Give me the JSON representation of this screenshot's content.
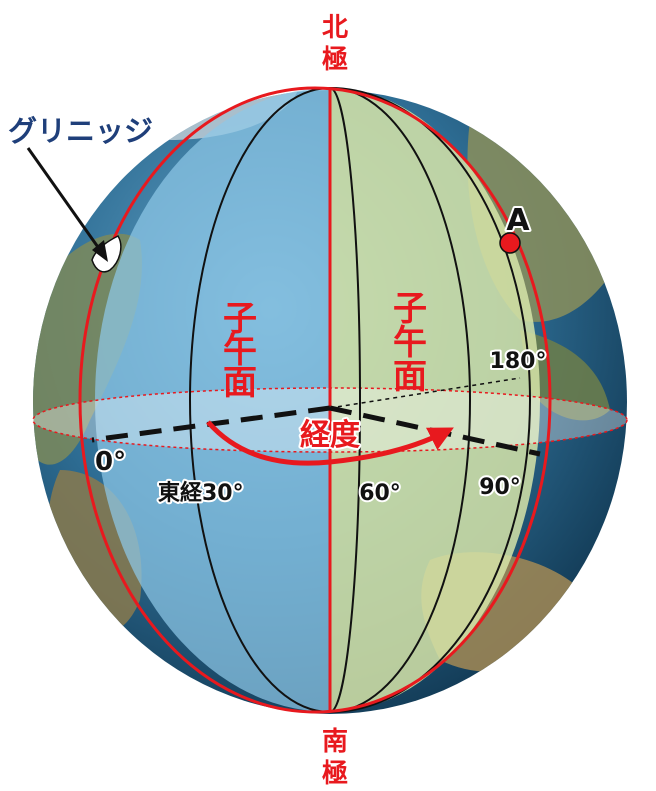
{
  "labels": {
    "north_pole_1": "北",
    "north_pole_2": "極",
    "south_pole_1": "南",
    "south_pole_2": "極",
    "greenwich": "グリニッジ",
    "point_a": "A",
    "meridian_left_1": "子",
    "meridian_left_2": "午",
    "meridian_left_3": "面",
    "meridian_right_1": "子",
    "meridian_right_2": "午",
    "meridian_right_3": "面",
    "longitude": "経度",
    "deg_0": "0°",
    "deg_east30": "東経30°",
    "deg_60": "60°",
    "deg_90": "90°",
    "deg_180": "180°"
  },
  "colors": {
    "accent_red": "#e8191e",
    "line_black": "#111111",
    "greenwich_blue": "#1f3f7a",
    "left_plane": "#8ec8e8",
    "right_plane": "#d6e4a8"
  }
}
